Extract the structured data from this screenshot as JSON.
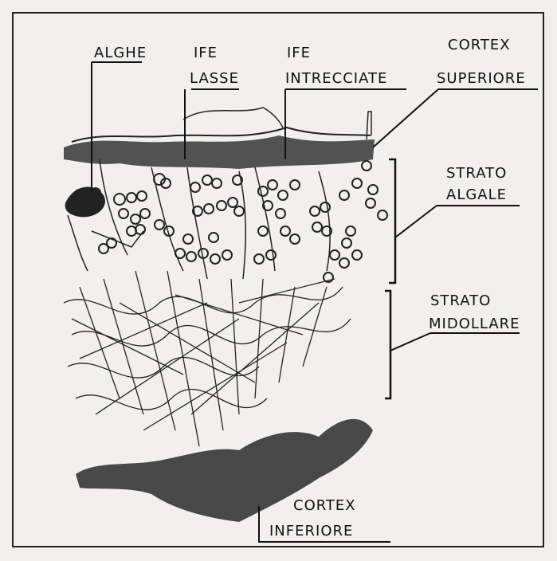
{
  "labels": {
    "alghe": "ALGHE",
    "ife_lasse_1": "IFE",
    "ife_lasse_2": "LASSE",
    "ife_intrecciate_1": "IFE",
    "ife_intrecciate_2": "INTRECCIATE",
    "cortex_superiore_1": "CORTEX",
    "cortex_superiore_2": "SUPERIORE",
    "strato_algale_1": "STRATO",
    "strato_algale_2": "ALGALE",
    "strato_midollare_1": "STRATO",
    "strato_midollare_2": "MIDOLLARE",
    "cortex_inferiore_1": "CORTEX",
    "cortex_inferiore_2": "INFERIORE"
  }
}
